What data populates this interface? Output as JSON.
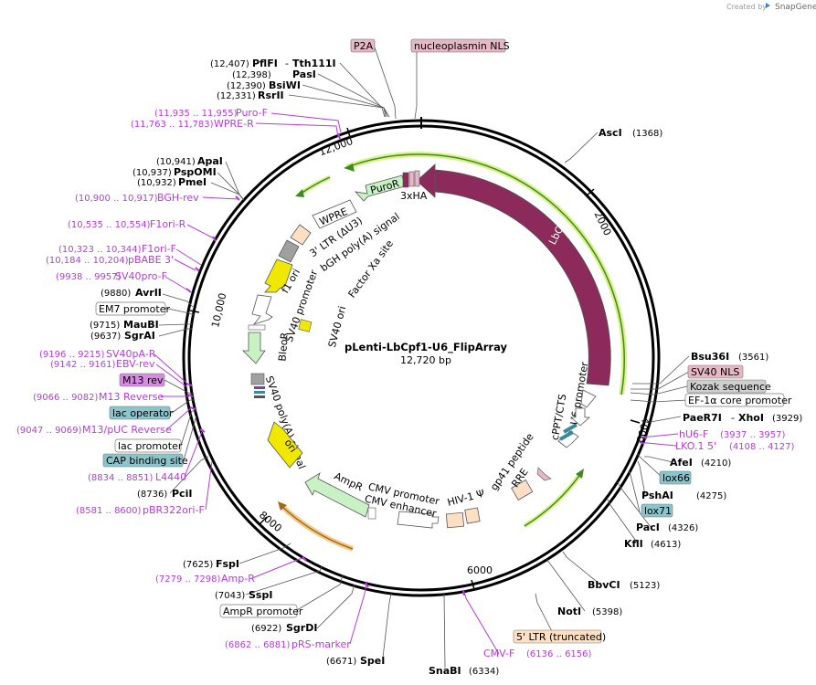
{
  "creator": {
    "prefix": "Created by",
    "brand": "SnapGene"
  },
  "map": {
    "name": "pLenti-LbCpf1-U6_FlipArray",
    "length": "12,720 bp"
  },
  "ticks": {
    "t2000": "2000",
    "t4000": "4000",
    "t6000": "6000",
    "t8000": "8000",
    "t10000": "10,000",
    "t12000": "12,000"
  },
  "sites": {
    "PflFI": {
      "name": "PflFI",
      "pos": "(12,407)",
      "extra": "Tth111I"
    },
    "PasI": {
      "name": "PasI",
      "pos": "(12,398)"
    },
    "BsiWI": {
      "name": "BsiWI",
      "pos": "(12,390)"
    },
    "RsrII": {
      "name": "RsrII",
      "pos": "(12,331)"
    },
    "ApaI": {
      "name": "ApaI",
      "pos": "(10,941)"
    },
    "PspOMI": {
      "name": "PspOMI",
      "pos": "(10,937)"
    },
    "PmeI": {
      "name": "PmeI",
      "pos": "(10,932)"
    },
    "AvrII": {
      "name": "AvrII",
      "pos": "(9880)"
    },
    "MauBI": {
      "name": "MauBI",
      "pos": "(9715)"
    },
    "SgrAI": {
      "name": "SgrAI",
      "pos": "(9637)"
    },
    "PciI": {
      "name": "PciI",
      "pos": "(8736)"
    },
    "FspI": {
      "name": "FspI",
      "pos": "(7625)"
    },
    "SspI": {
      "name": "SspI",
      "pos": "(7043)"
    },
    "SgrDI": {
      "name": "SgrDI",
      "pos": "(6922)"
    },
    "SpeI": {
      "name": "SpeI",
      "pos": "(6671)"
    },
    "SnaBI": {
      "name": "SnaBI",
      "pos": "(6334)"
    },
    "NotI": {
      "name": "NotI",
      "pos": "(5398)"
    },
    "BbvCI": {
      "name": "BbvCI",
      "pos": "(5123)"
    },
    "KflI": {
      "name": "KflI",
      "pos": "(4613)"
    },
    "PacI": {
      "name": "PacI",
      "pos": "(4326)"
    },
    "PshAI": {
      "name": "PshAI",
      "pos": "(4275)"
    },
    "AfeI": {
      "name": "AfeI",
      "pos": "(4210)"
    },
    "PaeR7I": {
      "name": "PaeR7I",
      "pos": "(3929)",
      "extra": "XhoI"
    },
    "Bsu36I": {
      "name": "Bsu36I",
      "pos": "(3561)"
    },
    "AscI": {
      "name": "AscI",
      "pos": "(1368)"
    }
  },
  "primers": {
    "PuroF": {
      "name": "Puro-F",
      "range": "(11,935 .. 11,955)"
    },
    "WPRER": {
      "name": "WPRE-R",
      "range": "(11,763 .. 11,783)"
    },
    "BGHrev": {
      "name": "BGH-rev",
      "range": "(10,900 .. 10,917)"
    },
    "F1oriR": {
      "name": "F1ori-R",
      "range": "(10,535 .. 10,554)"
    },
    "F1oriF": {
      "name": "F1ori-F",
      "range": "(10,323 .. 10,344)"
    },
    "pBABE3": {
      "name": "pBABE 3'",
      "range": "(10,184 .. 10,204)"
    },
    "SV40proF": {
      "name": "SV40pro-F",
      "range": "(9938 .. 9957)"
    },
    "SV40pAR": {
      "name": "SV40pA-R",
      "range": "(9196 .. 9215)"
    },
    "EBVrev": {
      "name": "EBV-rev",
      "range": "(9142 .. 9161)"
    },
    "M13Reverse": {
      "name": "M13 Reverse",
      "range": "(9066 .. 9082)"
    },
    "M13pUCReverse": {
      "name": "M13/pUC Reverse",
      "range": "(9047 .. 9069)"
    },
    "L4440": {
      "name": "L4440",
      "range": "(8834 .. 8851)"
    },
    "pBR322oriF": {
      "name": "pBR322ori-F",
      "range": "(8581 .. 8600)"
    },
    "AmpR": {
      "name": "Amp-R",
      "range": "(7279 .. 7298)"
    },
    "pRSmarker": {
      "name": "pRS-marker",
      "range": "(6862 .. 6881)"
    },
    "CMVF": {
      "name": "CMV-F",
      "range": "(6136 .. 6156)"
    },
    "hU6F": {
      "name": "hU6-F",
      "range": "(3937 .. 3957)"
    },
    "LKO15": {
      "name": "LKO.1 5'",
      "range": "(4108 .. 4127)"
    }
  },
  "boxes": {
    "P2A": "P2A",
    "nucNLS": "nucleoplasmin NLS",
    "EM7": "EM7 promoter",
    "M13rev": "M13 rev",
    "lacOperator": "lac operator",
    "lacPromoter": "lac promoter",
    "CAP": "CAP binding site",
    "AmpRpromoter": "AmpR promoter",
    "LTR5": "5' LTR (truncated)",
    "SV40NLS": "SV40 NLS",
    "Kozak": "Kozak sequence",
    "EF1a": "EF-1α core promoter",
    "lox66": "lox66",
    "lox71": "lox71"
  },
  "features": {
    "LbCpf1": "LbCpf1",
    "PuroR": "PuroR",
    "HA": "3xHA",
    "WPRE": "WPRE",
    "LTR3": "3' LTR (ΔU3)",
    "bGH": "bGH poly(A) signal",
    "FactorXa": "Factor Xa site",
    "f1ori": "f1 ori",
    "SV40promoter": "SV40 promoter",
    "SV40ori": "SV40 ori",
    "BleoR": "BleoR",
    "SV40polyA": "SV40 poly(A) signal",
    "ori": "ori",
    "AmpR": "AmpR",
    "CMVpromoter": "CMV promoter",
    "CMVenhancer": "CMV enhancer",
    "HIV": "HIV-1 Ψ",
    "gp41": "gp41 peptide",
    "RRE": "RRE",
    "cPPT": "cPPT/CTS",
    "U6": "U6 promoter"
  },
  "colors": {
    "backbone": "#000000",
    "LbCpf1": "#8b2a5b",
    "primer": "#b43cd9",
    "orf_green": "#3e8a1e",
    "orf_glow": "#d7f28a",
    "AmpR_orange": "#9c6a1a",
    "AmpR_glow": "#f6c98a",
    "ori_yellow": "#f0e800",
    "marker_light_green": "#c8f2c4",
    "LTR_tan": "#fde0c4",
    "box_pink": "#e6b7c5",
    "box_teal": "#8cc4cc",
    "box_gray": "#cfcfcf"
  }
}
